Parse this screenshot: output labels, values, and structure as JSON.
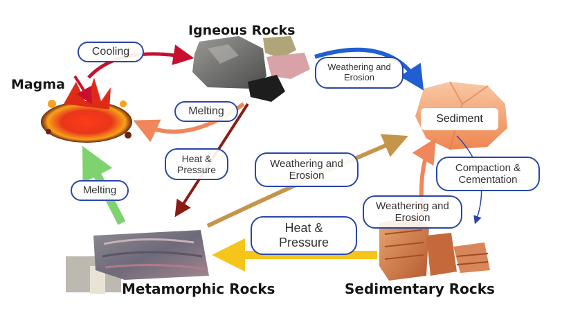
{
  "nodes": {
    "igneous": "Igneous Rocks",
    "magma": "Magma",
    "sediment": "Sediment",
    "metamorphic": "Metamorphic Rocks",
    "sedimentary": "Sedimentary Rocks"
  },
  "processes": {
    "cooling": "Cooling",
    "weathering_top": "Weathering and\nErosion",
    "melting_igneous": "Melting",
    "heat_pressure_small": "Heat &\nPressure",
    "weathering_middle": "Weathering and\nErosion",
    "melting_metamorphic": "Melting",
    "compaction": "Compaction &\nCementation",
    "weathering_sedimentary": "Weathering and\nErosion",
    "heat_pressure_large": "Heat  &\nPressure"
  },
  "colors": {
    "red_arrow": "#c8102e",
    "blue_arrow": "#1f5fd1",
    "orange_arrow": "#f0865a",
    "darkred_arrow": "#8b1c14",
    "tan_arrow": "#c4954a",
    "green_arrow": "#7ed36f",
    "yellow_arrow": "#f6c51c",
    "pill_border": "#2846a8"
  }
}
